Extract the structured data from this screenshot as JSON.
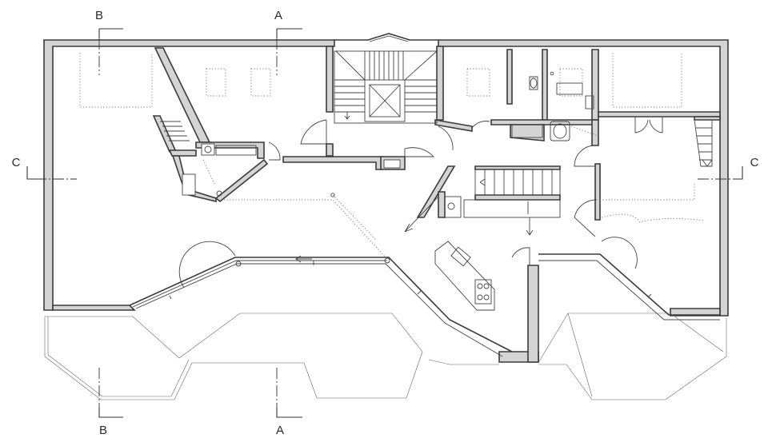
{
  "section_markers": {
    "a": "A",
    "b": "B",
    "c": "C"
  },
  "colors": {
    "wall_fill": "#d4d4d4",
    "line": "#3a3a3a",
    "background": "#ffffff"
  }
}
